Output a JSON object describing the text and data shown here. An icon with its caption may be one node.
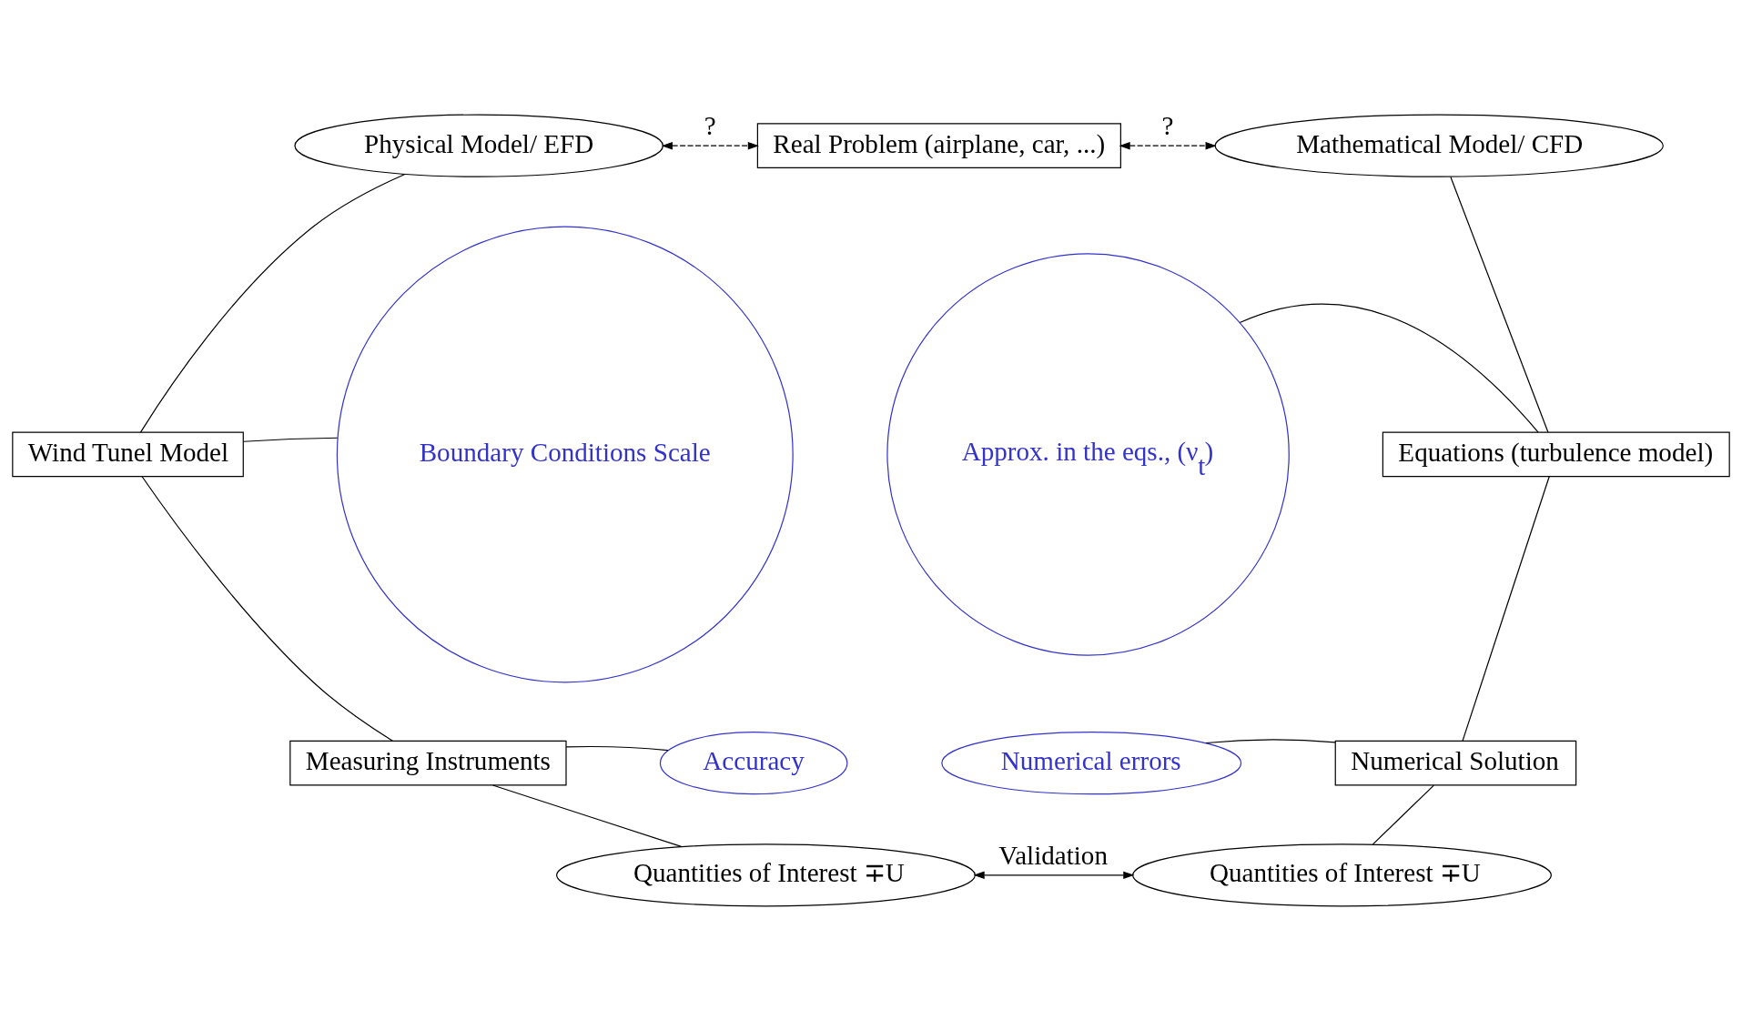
{
  "diagram": {
    "nodes": [
      {
        "text": [
          "Physical Model/ EFD"
        ]
      },
      {
        "text": [
          "Real Problem (airplane, car, ...)"
        ]
      },
      {
        "text": [
          "Mathematical Model/ CFD"
        ]
      },
      {
        "text": [
          "Wind Tunel Model"
        ]
      },
      {
        "text": [
          "Boundary Conditions Scale"
        ]
      },
      {
        "text": [
          "Approx. in the eqs., (ν$_{t}$)"
        ]
      },
      {
        "text": [
          "Equations (turbulence model)"
        ]
      },
      {
        "text": [
          "Measuring Instruments"
        ]
      },
      {
        "text": [
          "Accuracy"
        ]
      },
      {
        "text": [
          "Numerical errors"
        ]
      },
      {
        "text": [
          "Numerical Solution"
        ]
      },
      {
        "text": [
          "Quantities of Interest ∓U"
        ]
      },
      {
        "text": [
          "Quantities of Interest ∓U"
        ]
      }
    ],
    "edges": [
      {
        "from": 0,
        "to": 1,
        "arrow": "both",
        "style": "dashed",
        "label": "?"
      },
      {
        "from": 1,
        "to": 2,
        "arrow": "both",
        "style": "dashed",
        "label": "?"
      },
      {
        "from": 0,
        "to": 3,
        "arrow": "none"
      },
      {
        "from": 3,
        "to": 4,
        "arrow": "none"
      },
      {
        "from": 5,
        "to": 6,
        "arrow": "none"
      },
      {
        "from": 2,
        "to": 6,
        "arrow": "none"
      },
      {
        "from": 3,
        "to": 7,
        "arrow": "none"
      },
      {
        "from": 7,
        "to": 8,
        "arrow": "none"
      },
      {
        "from": 9,
        "to": 10,
        "arrow": "none"
      },
      {
        "from": 6,
        "to": 10,
        "arrow": "none"
      },
      {
        "from": 7,
        "to": 11,
        "arrow": "none"
      },
      {
        "from": 10,
        "to": 12,
        "arrow": "none"
      },
      {
        "from": 11,
        "to": 12,
        "arrow": "both",
        "label": "Validation"
      }
    ]
  }
}
